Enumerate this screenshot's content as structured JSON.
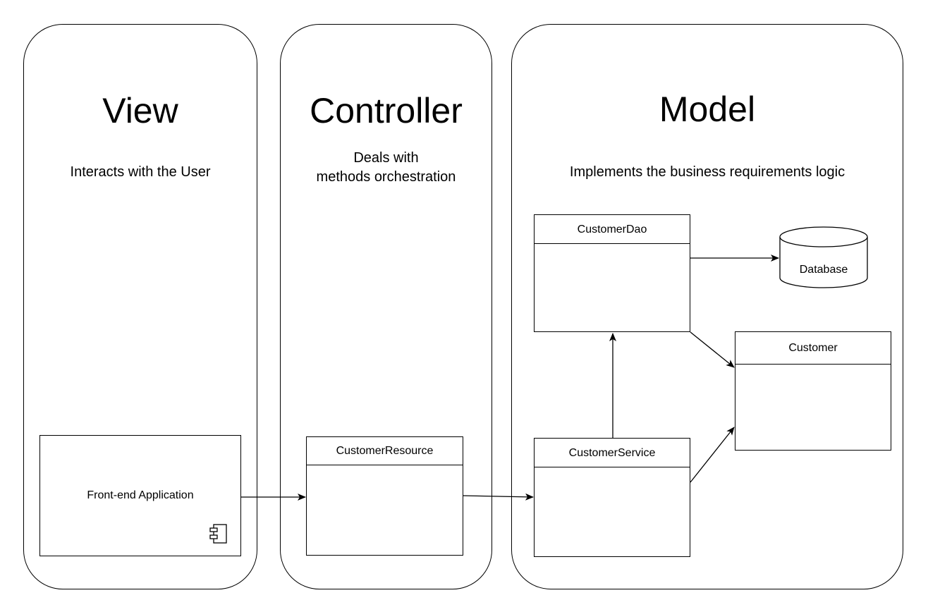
{
  "lanes": {
    "view": {
      "title": "View",
      "description": "Interacts with the User"
    },
    "controller": {
      "title": "Controller",
      "description": "Deals with\nmethods orchestration"
    },
    "model": {
      "title": "Model",
      "description": "Implements the business requirements logic"
    }
  },
  "nodes": {
    "frontend": {
      "label": "Front-end Application",
      "icon": "component-icon"
    },
    "customer_resource": {
      "label": "CustomerResource"
    },
    "customer_service": {
      "label": "CustomerService"
    },
    "customer_dao": {
      "label": "CustomerDao"
    },
    "customer": {
      "label": "Customer"
    },
    "database": {
      "label": "Database",
      "icon": "database-cylinder"
    }
  },
  "edges": [
    {
      "from": "Front-end Application",
      "to": "CustomerResource"
    },
    {
      "from": "CustomerResource",
      "to": "CustomerService"
    },
    {
      "from": "CustomerService",
      "to": "CustomerDao"
    },
    {
      "from": "CustomerDao",
      "to": "Database"
    },
    {
      "from": "CustomerDao",
      "to": "Customer"
    },
    {
      "from": "CustomerService",
      "to": "Customer"
    }
  ],
  "colors": {
    "stroke": "#000000",
    "background": "#ffffff"
  }
}
